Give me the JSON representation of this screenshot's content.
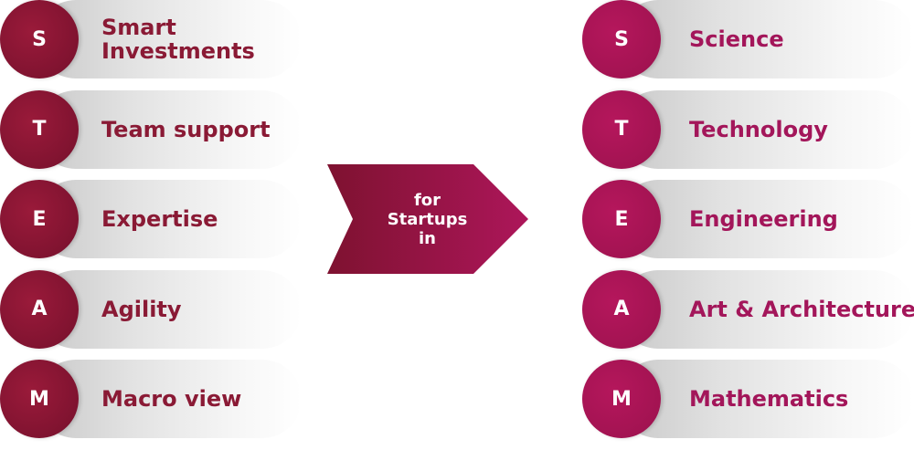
{
  "left_column": {
    "items": [
      {
        "letter": "S",
        "label": "Smart\nInvestments"
      },
      {
        "letter": "T",
        "label": "Team support"
      },
      {
        "letter": "E",
        "label": "Expertise"
      },
      {
        "letter": "A",
        "label": "Agility"
      },
      {
        "letter": "M",
        "label": "Macro view"
      }
    ]
  },
  "center_arrow": {
    "text": "for\nStartups\nin"
  },
  "right_column": {
    "items": [
      {
        "letter": "S",
        "label": "Science"
      },
      {
        "letter": "T",
        "label": "Technology"
      },
      {
        "letter": "E",
        "label": "Engineering"
      },
      {
        "letter": "A",
        "label": "Art & Architecture"
      },
      {
        "letter": "M",
        "label": "Mathematics"
      }
    ]
  },
  "colors": {
    "left_accent": "#801330",
    "right_accent": "#a31352",
    "pill_gray": "#d9d9d9"
  }
}
